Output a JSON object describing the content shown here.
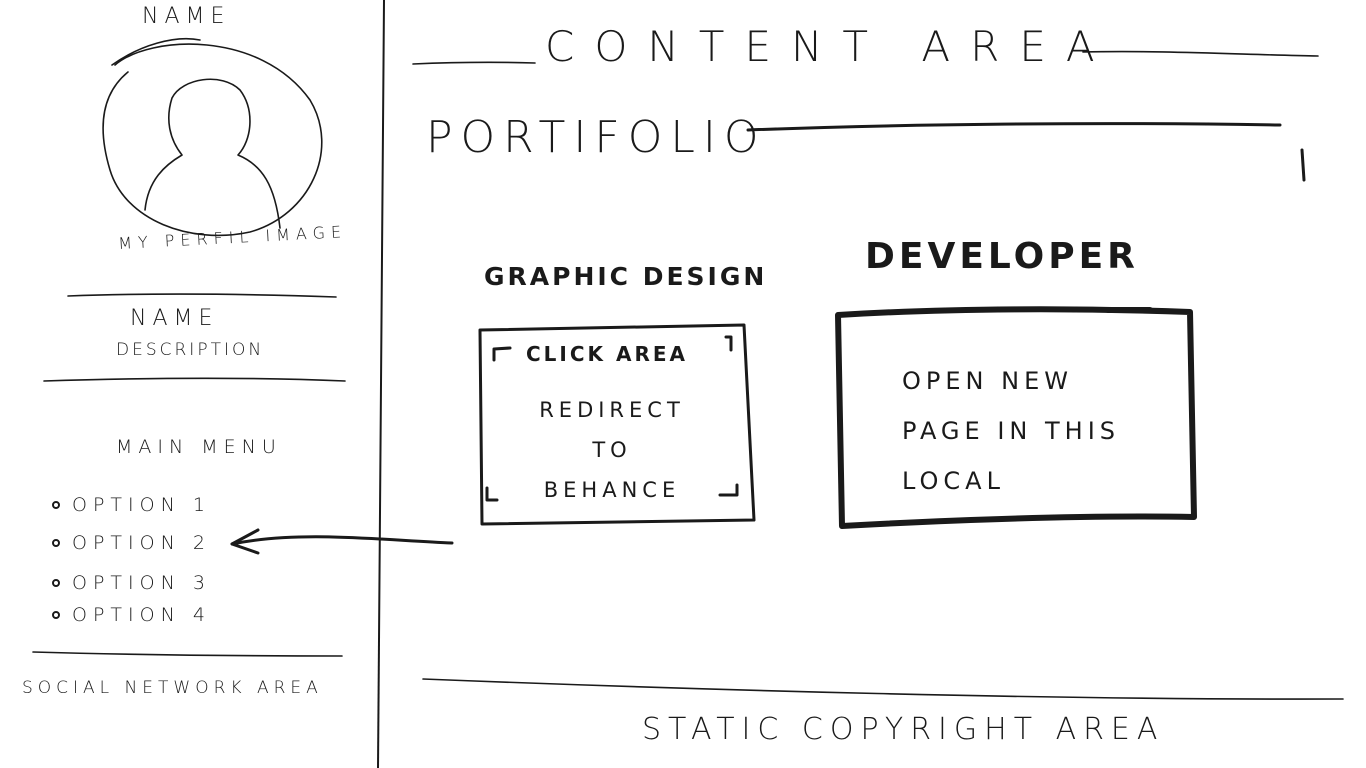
{
  "sidebar": {
    "top_name": "NAME",
    "profile_image_caption": "MY PERFIL IMAGE",
    "name": "NAME",
    "description": "DESCRIPTION",
    "main_menu_title": "MAIN MENU",
    "menu_items": [
      {
        "label": "OPTION 1"
      },
      {
        "label": "OPTION 2"
      },
      {
        "label": "OPTION 3"
      },
      {
        "label": "OPTION 4"
      }
    ],
    "social_network": "SOCIAL NETWORK AREA"
  },
  "content": {
    "header": "CONTENT AREA",
    "section_title": "PORTIFOLIO",
    "graphic_design": {
      "title": "GRAPHIC DESIGN",
      "click_area": "CLICK AREA",
      "body": "REDIRECT\nTO\nBEHANCE"
    },
    "developer": {
      "title": "DEVELOPER",
      "body": "OPEN NEW\nPAGE IN THIS\nLOCAL"
    },
    "footer": "STATIC COPYRIGHT AREA"
  }
}
